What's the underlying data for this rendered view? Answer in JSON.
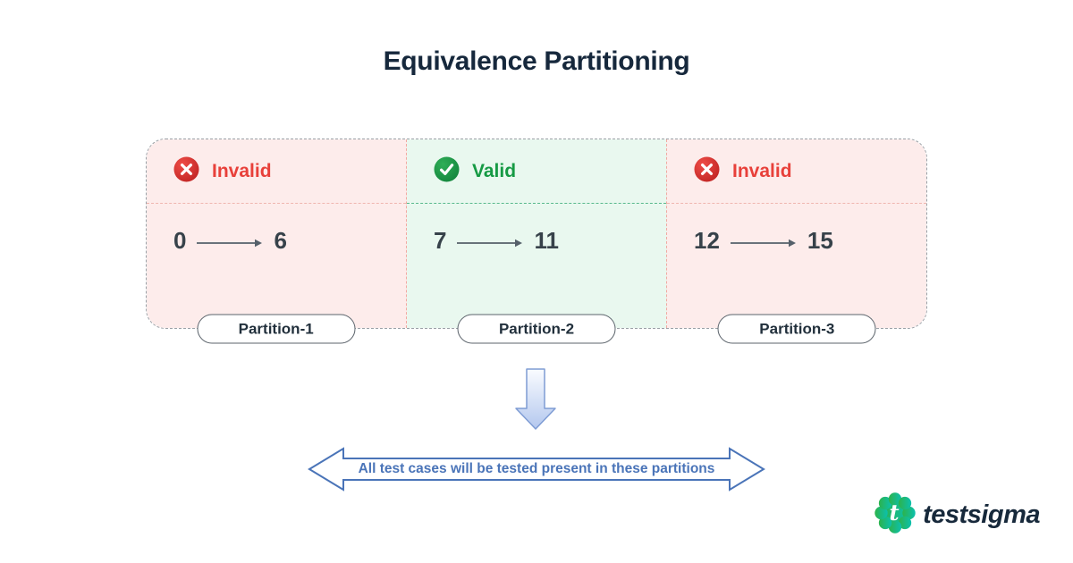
{
  "title": "Equivalence Partitioning",
  "partitions": [
    {
      "status": "Invalid",
      "from": "0",
      "to": "6",
      "label": "Partition-1"
    },
    {
      "status": "Valid",
      "from": "7",
      "to": "11",
      "label": "Partition-2"
    },
    {
      "status": "Invalid",
      "from": "12",
      "to": "15",
      "label": "Partition-3"
    }
  ],
  "banner": {
    "text": "All test cases will be tested present in these partitions"
  },
  "logo": {
    "brand": "testsigma"
  },
  "icons": {
    "invalid": "cross-circle-icon",
    "valid": "check-circle-icon"
  },
  "colors": {
    "title_navy": "#16283c",
    "invalid_text": "#e8403a",
    "valid_text": "#169a44",
    "invalid_bg": "#fdeceb",
    "valid_bg": "#e9f8ef",
    "banner_blue": "#4a74b8",
    "logo_green": "#2cb34b",
    "logo_teal": "#0cc0ad"
  }
}
